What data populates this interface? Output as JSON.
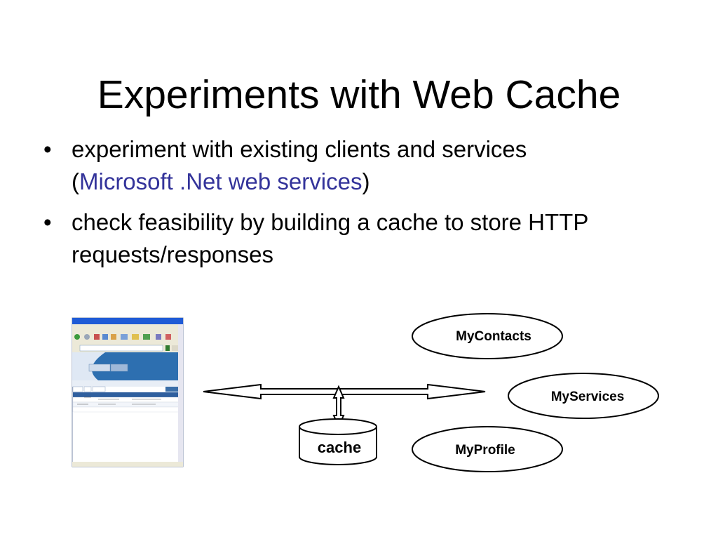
{
  "slide": {
    "title": "Experiments with Web Cache",
    "bullets": [
      {
        "text": "experiment with existing clients and services",
        "prefix": "(",
        "link": "Microsoft .Net web services",
        "suffix": ")"
      },
      {
        "text": "check feasibility by building a cache to store HTTP requests/responses"
      }
    ]
  },
  "diagram": {
    "nodes": {
      "mycontacts": "MyContacts",
      "myservices": "MyServices",
      "myprofile": "MyProfile",
      "cache": "cache"
    }
  },
  "colors": {
    "link": "#33339a",
    "browser_titlebar": "#1f5bd6",
    "browser_banner": "#2d6fb0"
  }
}
